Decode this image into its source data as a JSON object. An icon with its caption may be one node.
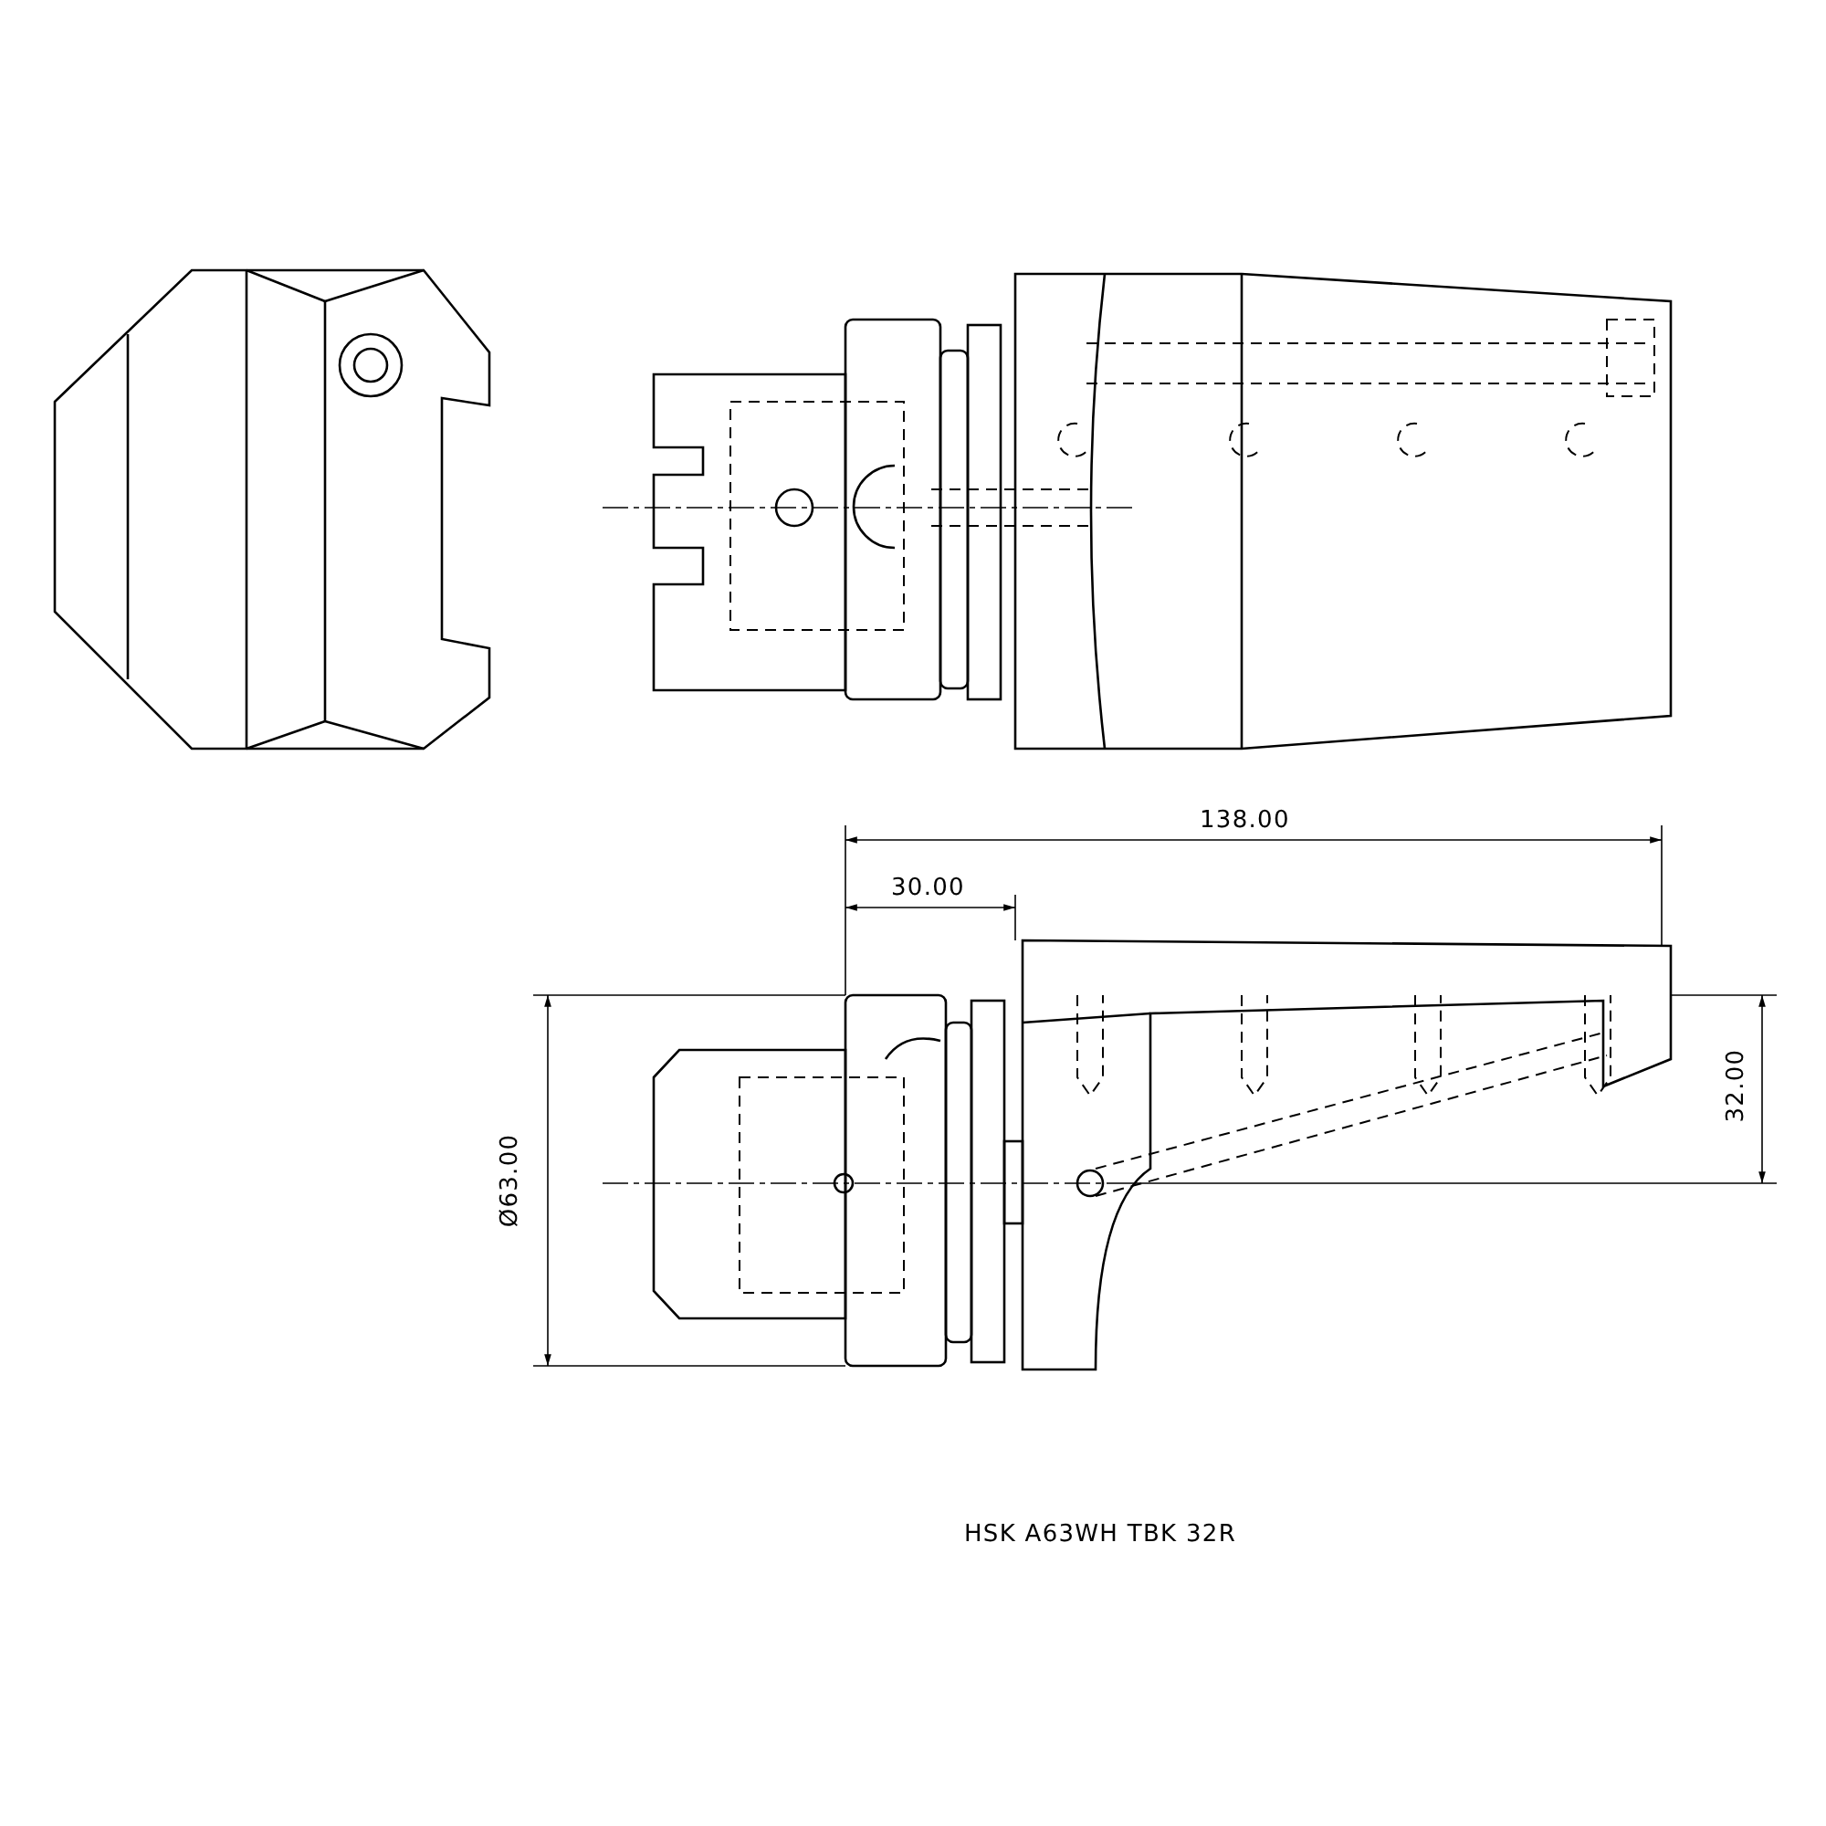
{
  "diagram": {
    "labels": [
      "138.00",
      "30.00",
      "Ø63.00",
      "32.00",
      "HSK A63WH TBK 32R"
    ]
  }
}
